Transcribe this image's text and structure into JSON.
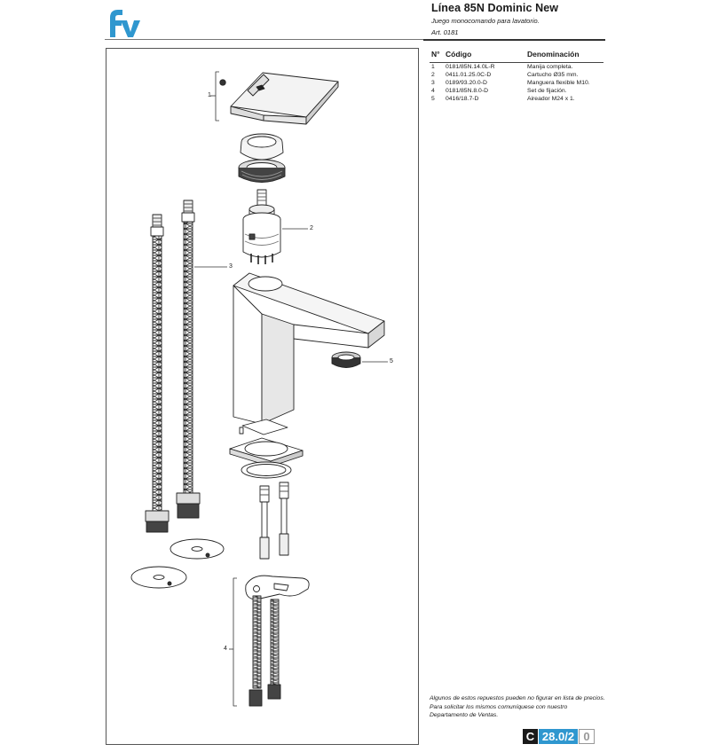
{
  "brand": {
    "logo_text": "fv",
    "color": "#2f97cf"
  },
  "header": {
    "title": "Línea 85N Dominic New",
    "subtitle": "Juego monocomando para lavatorio.",
    "article": "Art. 0181"
  },
  "parts_table": {
    "columns": [
      "N°",
      "Código",
      "Denominación"
    ],
    "rows": [
      {
        "n": "1",
        "code": "0181/85N.14.0L-R",
        "name": "Manija completa."
      },
      {
        "n": "2",
        "code": "0411.01.25.0C-D",
        "name": "Cartucho Ø35 mm."
      },
      {
        "n": "3",
        "code": "0189/93.20.0-D",
        "name": "Manguera flexible M10."
      },
      {
        "n": "4",
        "code": "0181/85N.8.0-D",
        "name": "Set de fijación."
      },
      {
        "n": "5",
        "code": "0416/18.7-D",
        "name": "Aireador M24 x 1."
      }
    ]
  },
  "callouts": [
    "1",
    "2",
    "3",
    "4",
    "5"
  ],
  "note": "Algunos de estos repuestos pueden no figurar en lista de precios. Para solicitar los mismos comuníquese con nuestro Departamento de Ventas.",
  "footer_badge": {
    "section": "C",
    "number": "28.0/2",
    "revision": "0",
    "accent": "#2f97cf"
  }
}
